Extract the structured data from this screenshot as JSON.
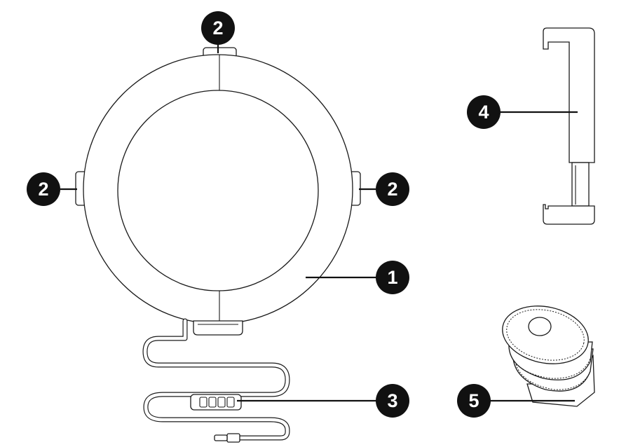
{
  "colors": {
    "badge": "#111111",
    "badge_text": "#ffffff",
    "line_art": "#1a1a1a",
    "background": "#ffffff"
  },
  "callouts": [
    {
      "id": "ring-body",
      "number": "1"
    },
    {
      "id": "clip-top",
      "number": "2"
    },
    {
      "id": "clip-left",
      "number": "2"
    },
    {
      "id": "clip-right",
      "number": "2"
    },
    {
      "id": "cable",
      "number": "3"
    },
    {
      "id": "phone-holder",
      "number": "4"
    },
    {
      "id": "shoe-mount",
      "number": "5"
    }
  ]
}
